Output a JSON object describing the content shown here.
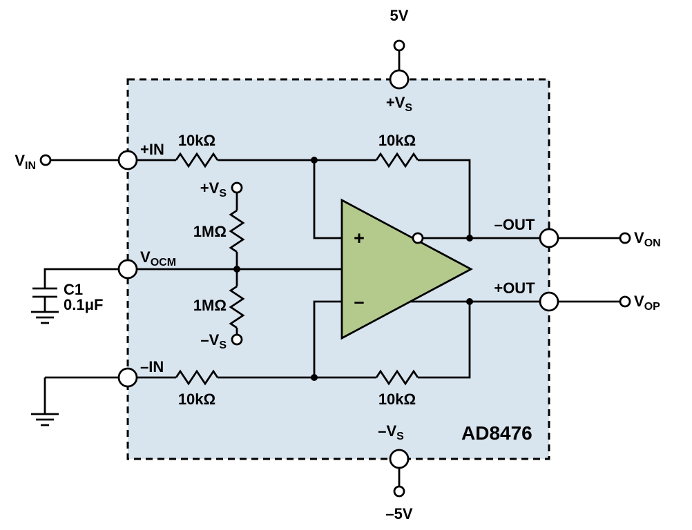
{
  "diagram": {
    "colors": {
      "box_fill": "#d8e4ee",
      "amp_fill": "#b4ca8c",
      "wire": "#000000"
    },
    "labels": {
      "supply_pos": "5V",
      "supply_neg": "–5V",
      "vs_pos": {
        "main": "+V",
        "sub": "S"
      },
      "vs_neg": {
        "main": "–V",
        "sub": "S"
      },
      "vin": {
        "main": "V",
        "sub": "IN"
      },
      "vocm": {
        "main": "V",
        "sub": "OCM"
      },
      "von": {
        "main": "V",
        "sub": "ON"
      },
      "vop": {
        "main": "V",
        "sub": "OP"
      },
      "in_pos": "+IN",
      "in_neg": "–IN",
      "out_neg": "–OUT",
      "out_pos": "+OUT",
      "r10k": "10kΩ",
      "r1m": "1MΩ",
      "c1_ref": "C1",
      "c1_value": "0.1μF",
      "device": "AD8476",
      "amp_plus": "+",
      "amp_minus": "–"
    }
  }
}
